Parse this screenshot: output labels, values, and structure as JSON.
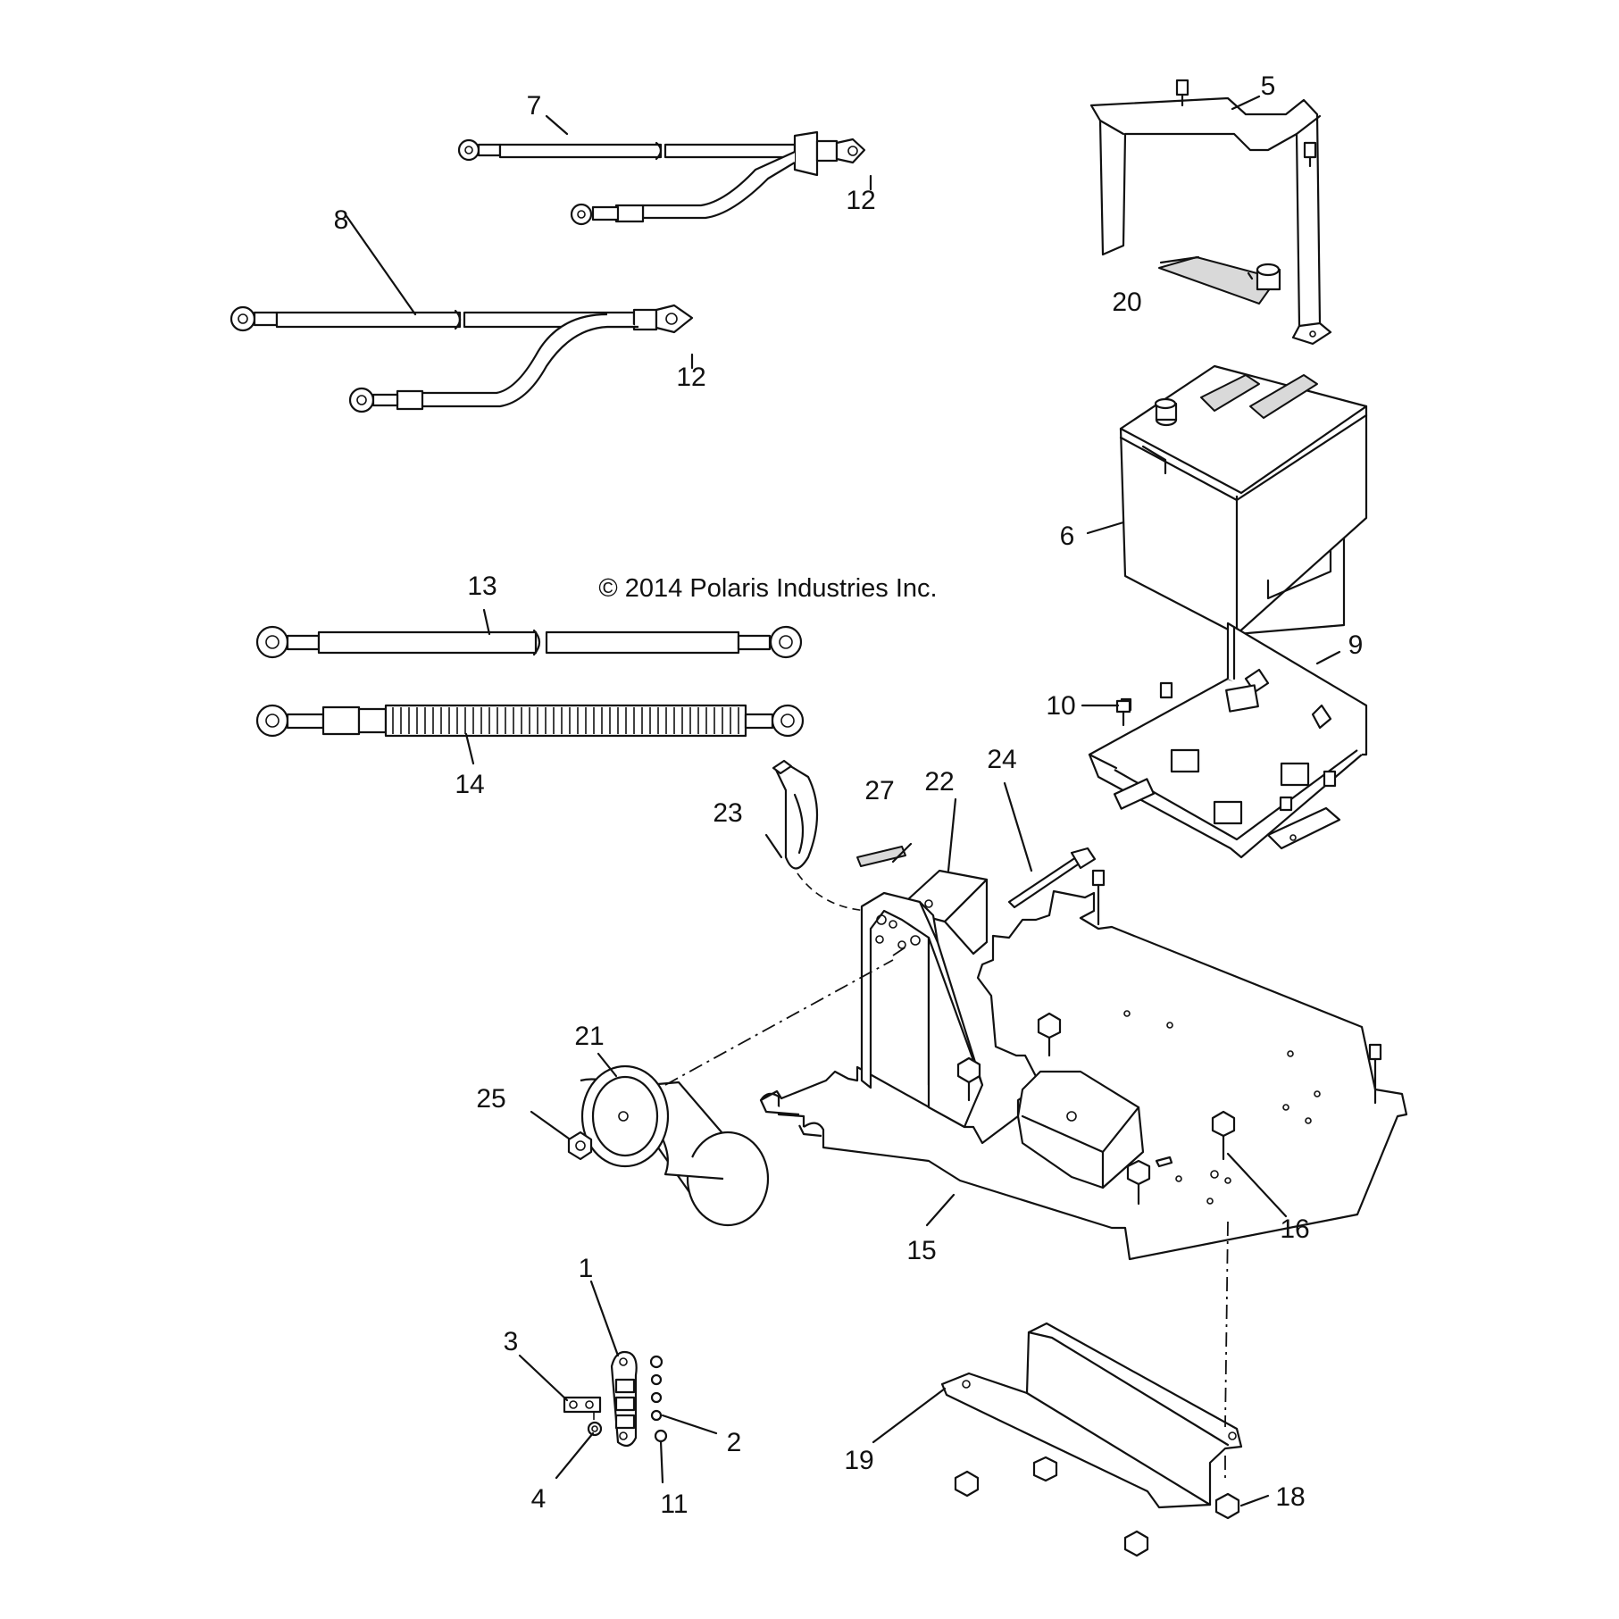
{
  "copyright": "© 2014 Polaris Industries Inc.",
  "callouts": [
    "1",
    "2",
    "3",
    "4",
    "5",
    "6",
    "7",
    "8",
    "9",
    "10",
    "11",
    "12",
    "12",
    "13",
    "14",
    "15",
    "16",
    "18",
    "19",
    "20",
    "21",
    "22",
    "23",
    "24",
    "25",
    "27"
  ]
}
